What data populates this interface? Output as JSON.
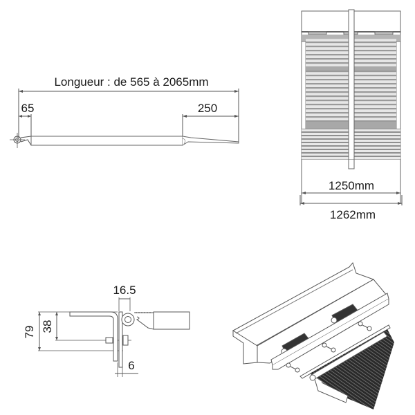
{
  "side_view": {
    "length_label": "Longueur : de 565 à 2065mm",
    "left_dim": "65",
    "right_dim": "250"
  },
  "top_view": {
    "inner_width": "1250mm",
    "outer_width": "1262mm"
  },
  "hinge_detail": {
    "dim_top": "16.5",
    "dim_height_total": "79",
    "dim_height_bolt": "38",
    "dim_bottom": "6"
  },
  "colors": {
    "line": "#555555",
    "rib_light": "#d8d8d8",
    "rib_dark": "#8c8c8c",
    "fill_gray": "#bdbdbd",
    "brush_dark": "#1e1e1e"
  }
}
